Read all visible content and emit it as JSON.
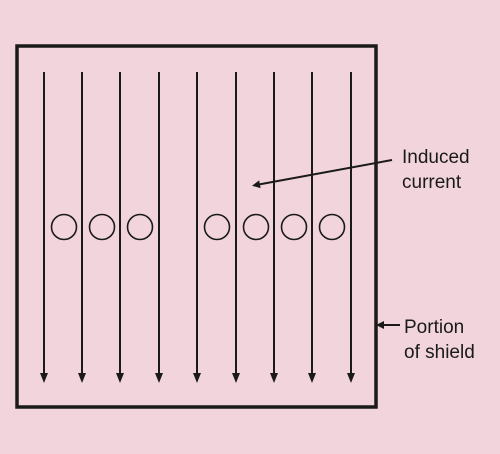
{
  "colors": {
    "background": "#f2d5dc",
    "stroke": "#1a1a1a"
  },
  "labels": {
    "induced_current": [
      "Induced",
      "current"
    ],
    "portion_of_shield": [
      "Portion",
      "of shield"
    ]
  },
  "diagram": {
    "arrow_count": 9,
    "circle_count": 7
  }
}
